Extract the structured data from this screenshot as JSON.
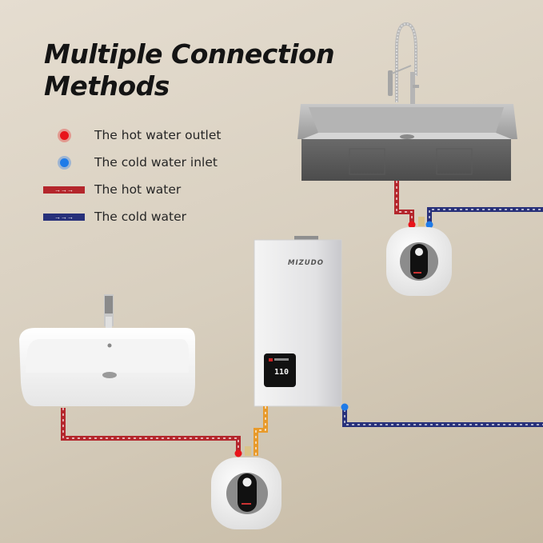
{
  "title": {
    "line1": "Multiple Connection",
    "line2": "Methods"
  },
  "legend": {
    "items": [
      {
        "key": "hot-outlet",
        "label": "The hot water outlet",
        "icon": "red-dot-icon",
        "color": "#e8141a"
      },
      {
        "key": "cold-inlet",
        "label": "The cold water inlet",
        "icon": "blue-dot-icon",
        "color": "#1f7be8"
      },
      {
        "key": "hot-water",
        "label": "The hot water",
        "icon": "hot-pipe-icon",
        "color": "#b4262c",
        "arrows": "→→→"
      },
      {
        "key": "cold-water",
        "label": "The cold water",
        "icon": "cold-pipe-icon",
        "color": "#27307a",
        "arrows": "→→→"
      }
    ]
  },
  "scene": {
    "tankless_heater": {
      "brand": "MIZUDO",
      "display_value": "110"
    },
    "kitchen_sink": {
      "type": "stainless steel sink with pull-down faucet"
    },
    "bathroom_sink": {
      "type": "white vessel basin with faucet"
    },
    "mini_tank_heaters": [
      {
        "position": "under kitchen sink"
      },
      {
        "position": "under bathroom sink"
      }
    ],
    "colors": {
      "hot_pipe": "#b4262c",
      "cold_pipe": "#27307a",
      "preheated_pipe": "#e89a2a",
      "background": "#d8cfbf"
    }
  }
}
